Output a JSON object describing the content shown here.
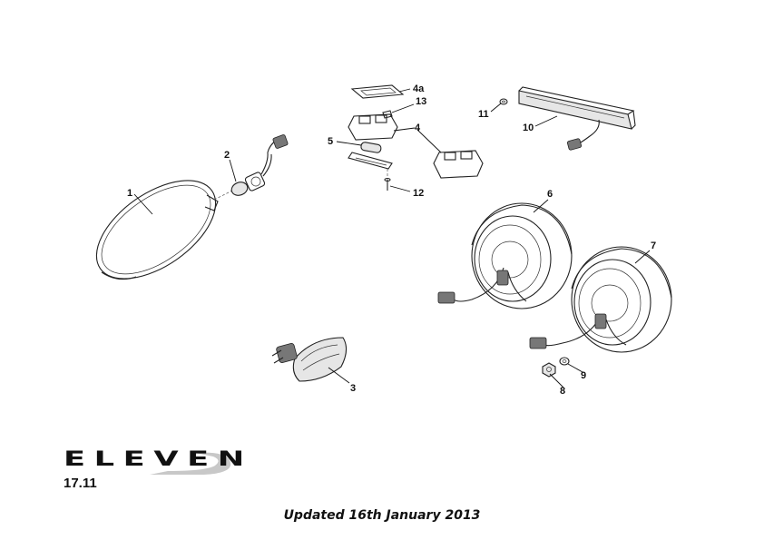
{
  "callouts": {
    "c1": "1",
    "c2": "2",
    "c3": "3",
    "c4": "4",
    "c4a": "4a",
    "c5": "5",
    "c6": "6",
    "c7": "7",
    "c8": "8",
    "c9": "9",
    "c10": "10",
    "c11": "11",
    "c12": "12",
    "c13": "13"
  },
  "footer": {
    "logo_text": "ELEVEN",
    "page_number": "17.11",
    "update_note": "Updated 16th January 2013"
  },
  "colors": {
    "line": "#222222",
    "background": "#ffffff",
    "logo_swoosh": "#c8c8c8"
  }
}
